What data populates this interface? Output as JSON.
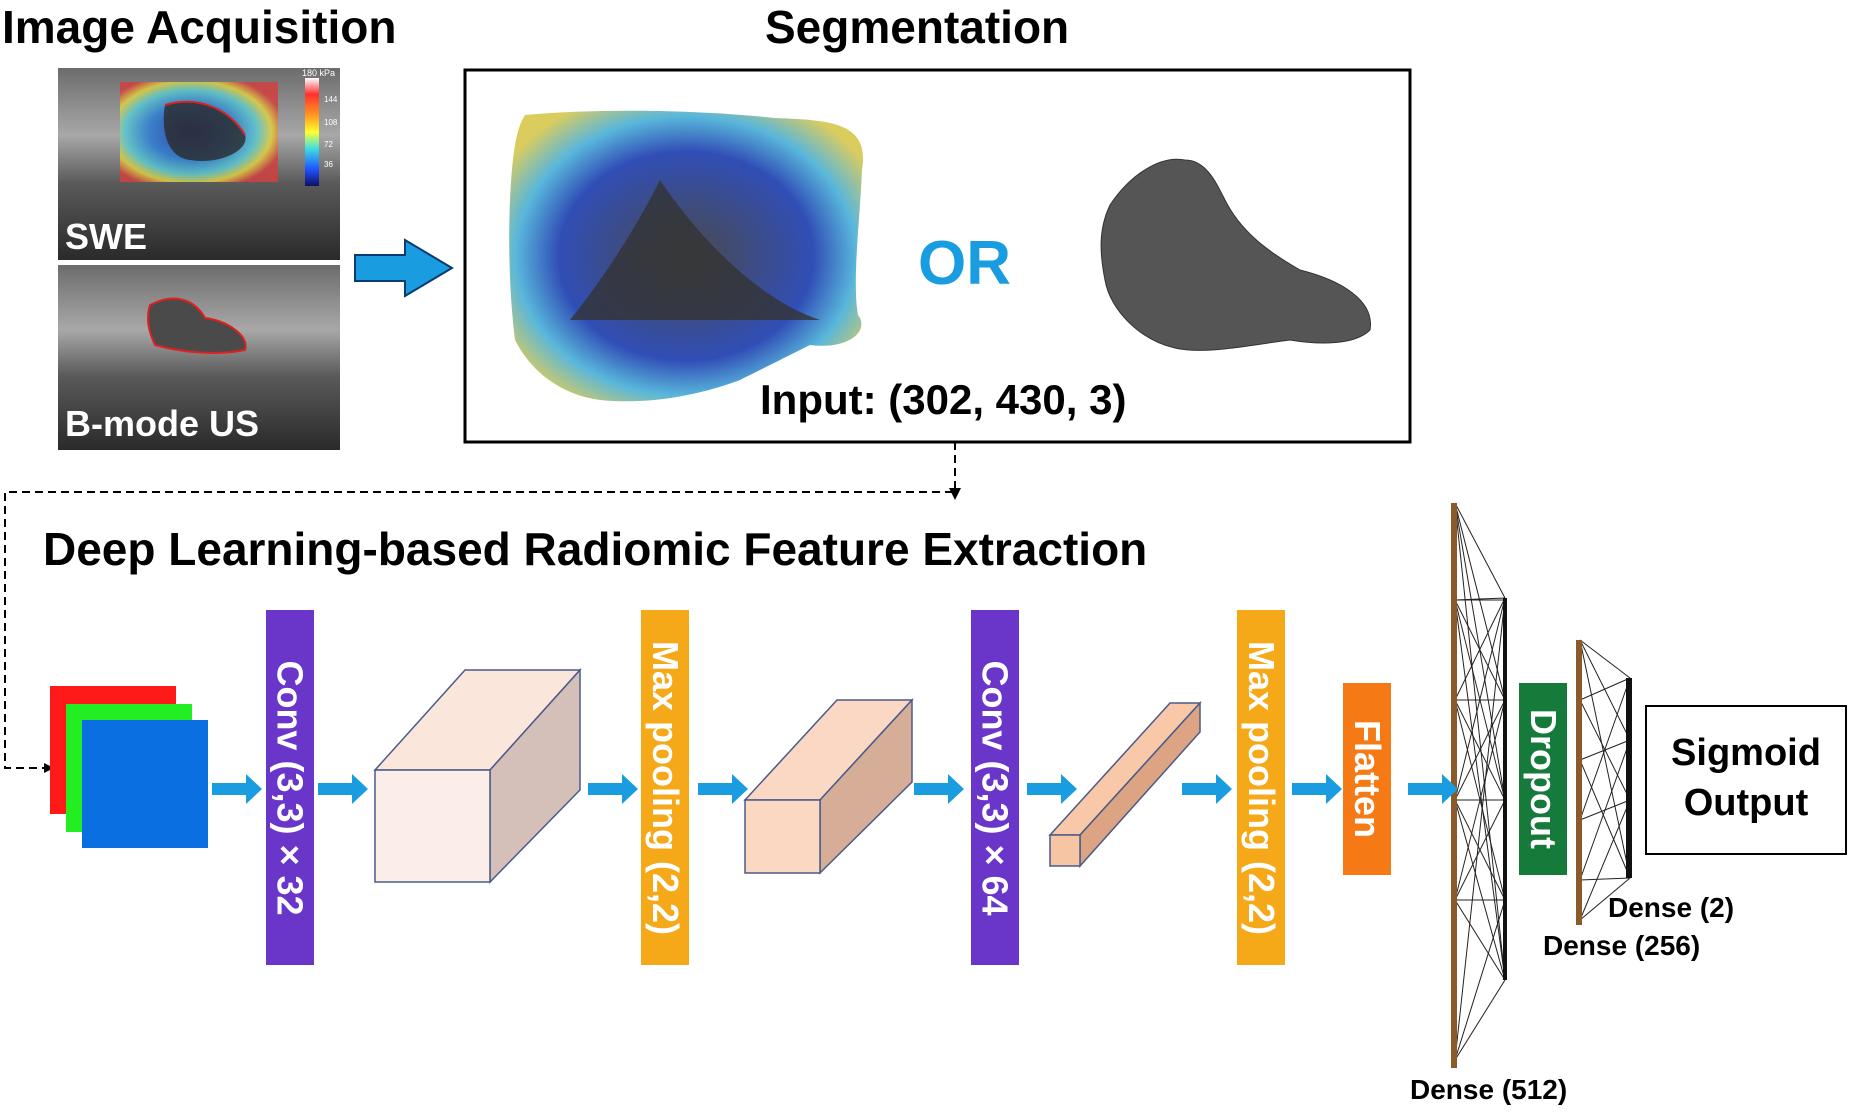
{
  "headings": {
    "acquisition": "Image Acquisition",
    "segmentation": "Segmentation",
    "extraction": "Deep Learning-based Radiomic Feature Extraction"
  },
  "acquisition": {
    "swe_label": "SWE",
    "bmode_label": "B-mode US",
    "colorbar_unit": "180 kPa",
    "colorbar_ticks": [
      "144",
      "108",
      "72",
      "36"
    ]
  },
  "segmentation": {
    "or_text": "OR",
    "input_text": "Input: (302, 430, 3)"
  },
  "layers": {
    "conv1": "Conv (3,3) × 32",
    "pool1": "Max pooling (2,2)",
    "conv2": "Conv (3,3) × 64",
    "pool2": "Max pooling (2,2)",
    "flatten": "Flatten",
    "dropout": "Dropout",
    "dense512": "Dense (512)",
    "dense256": "Dense (256)",
    "dense2": "Dense (2)",
    "output_line1": "Sigmoid",
    "output_line2": "Output"
  },
  "colors": {
    "conv": "#6a35c9",
    "pool": "#f5a818",
    "flatten": "#f57a16",
    "dropout": "#157a3a",
    "arrow": "#1a9ce0",
    "or_text": "#1a9ce0",
    "dense_bar": "#8b5a2b",
    "channel_red": "#ff1a1a",
    "channel_green": "#22ee22",
    "channel_blue": "#0a6fe0"
  },
  "icons": {
    "flow_arrow": "right-arrow-icon"
  }
}
